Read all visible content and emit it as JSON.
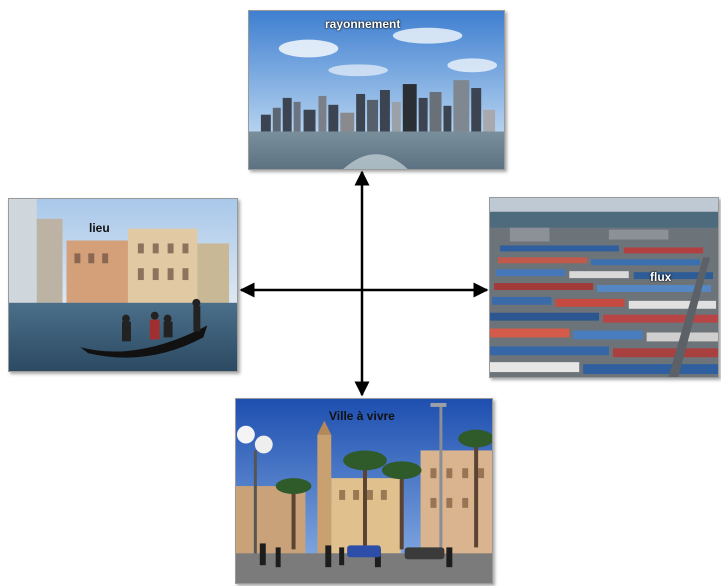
{
  "diagram": {
    "top": {
      "label": "rayonnement",
      "photo": "city-skyline-photo"
    },
    "left": {
      "label": "lieu",
      "photo": "venice-gondola-photo"
    },
    "right": {
      "label": "flux",
      "photo": "container-port-photo"
    },
    "bottom": {
      "label": "Ville à vivre",
      "photo": "palm-square-photo"
    }
  },
  "colors": {
    "arrow": "#000000",
    "sky": "#7fb3e8",
    "water": "#6e8fa6",
    "facade": "#d9b28b"
  }
}
